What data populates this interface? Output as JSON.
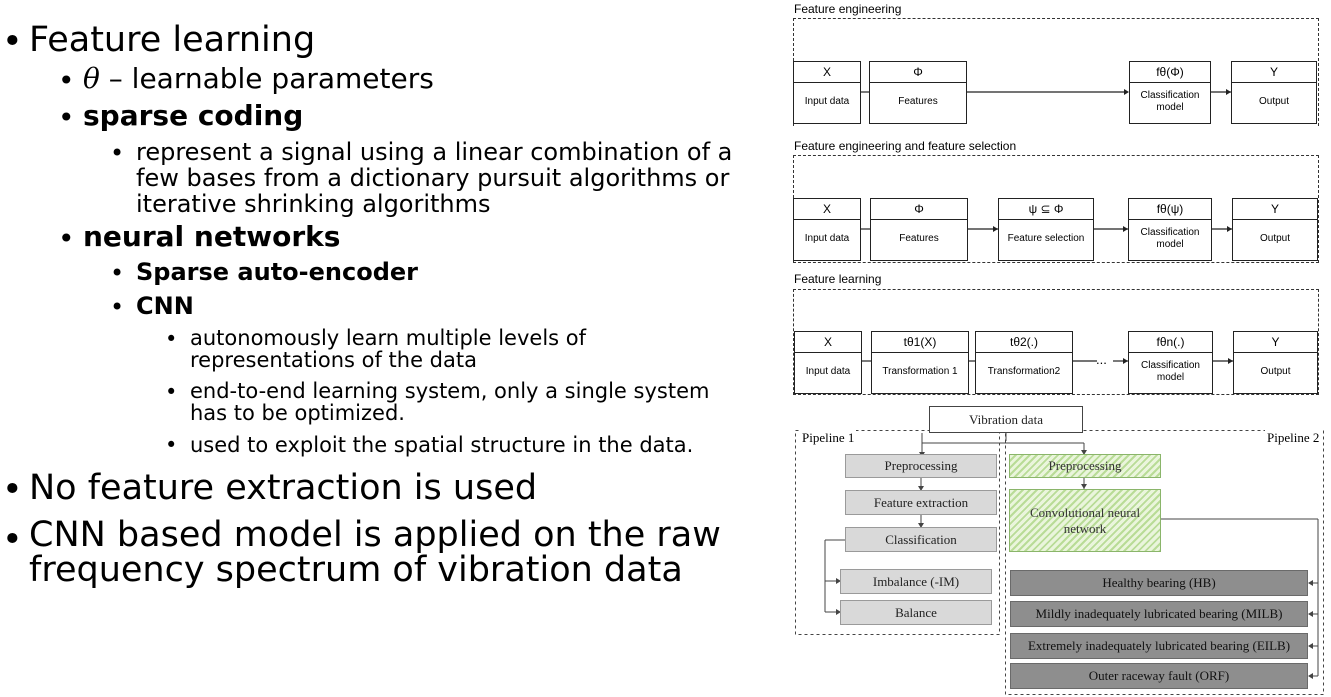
{
  "left": {
    "b1": "Feature learning",
    "b1_1_sym": "θ",
    "b1_1_text": " – learnable parameters",
    "b1_2": "sparse coding",
    "b1_2_1_line1": "represent a signal using a linear combination of a",
    "b1_2_1_line2": "few bases from a dictionary pursuit algorithms or",
    "b1_2_1_line3": "iterative shrinking algorithms",
    "b1_3": "neural networks",
    "b1_3_1": "Sparse auto-encoder",
    "b1_3_2": "CNN",
    "b1_3_2_1_line1": "autonomously learn multiple levels of",
    "b1_3_2_1_line2": "representations of the data",
    "b1_3_2_2_line1": "end-to-end learning system, only a single system",
    "b1_3_2_2_line2": "has to be optimized.",
    "b1_3_2_3": "used to exploit the spatial structure in the data.",
    "b2": "No feature extraction is used",
    "b3_line1": "CNN based model is applied on the raw",
    "b3_line2": "frequency spectrum of vibration data"
  },
  "fe": {
    "title": "Feature engineering",
    "x_top": "X",
    "x_bot": "Input data",
    "phi_top": "Φ",
    "phi_bot": "Features",
    "f_top": "fθ(Φ)",
    "f_bot": "Classification model",
    "y_top": "Y",
    "y_bot": "Output"
  },
  "fs": {
    "title": "Feature engineering and feature selection",
    "x_top": "X",
    "x_bot": "Input data",
    "phi_top": "Φ",
    "phi_bot": "Features",
    "psi_top": "ψ ⊆ Φ",
    "psi_bot": "Feature selection",
    "f_top": "fθ(ψ)",
    "f_bot": "Classification model",
    "y_top": "Y",
    "y_bot": "Output"
  },
  "fl": {
    "title": "Feature learning",
    "x_top": "X",
    "x_bot": "Input data",
    "t1_top": "tθ1(X)",
    "t1_bot": "Transformation 1",
    "t2_top": "tθ2(.)",
    "t2_bot": "Transformation2",
    "dots": "...",
    "f_top": "fθn(.)",
    "f_bot": "Classification model",
    "y_top": "Y",
    "y_bot": "Output"
  },
  "pipeline": {
    "vibration": "Vibration data",
    "p1": "Pipeline 1",
    "p2": "Pipeline 2",
    "pre1": "Preprocessing",
    "fext": "Feature extraction",
    "cls": "Classification",
    "imb": "Imbalance (-IM)",
    "bal": "Balance",
    "pre2": "Preprocessing",
    "cnn": "Convolutional neural network",
    "hb": "Healthy bearing (HB)",
    "milb": "Mildly inadequately lubricated bearing (MILB)",
    "eilb": "Extremely inadequately lubricated bearing (EILB)",
    "orf": "Outer raceway fault (ORF)"
  },
  "colors": {
    "gray_light": "#d9d9d9",
    "gray_dark": "#8e8e8e",
    "green": "#b9dc97"
  }
}
